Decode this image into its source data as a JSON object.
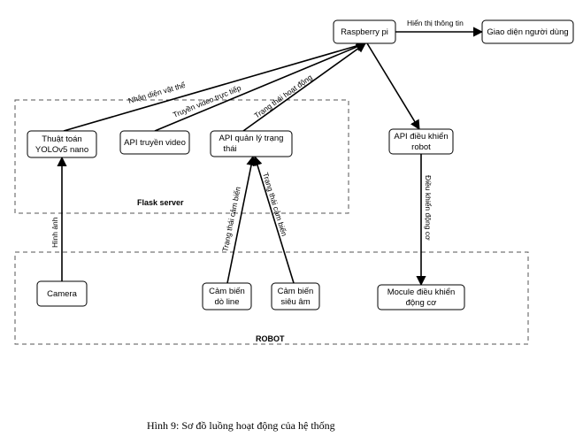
{
  "groups": [
    {
      "id": "flask",
      "label": "Flask server"
    },
    {
      "id": "robot",
      "label": "ROBOT"
    }
  ],
  "nodes": [
    {
      "id": "raspberry",
      "lines": [
        "Raspberry pi"
      ]
    },
    {
      "id": "ui",
      "lines": [
        "Giao diện người dùng"
      ]
    },
    {
      "id": "yolo",
      "lines": [
        "Thuật toán",
        "YOLOv5 nano"
      ]
    },
    {
      "id": "api_video",
      "lines": [
        "API truyền video"
      ]
    },
    {
      "id": "api_status",
      "lines": [
        "API quản lý trạng",
        "thái"
      ]
    },
    {
      "id": "api_robot",
      "lines": [
        "API điều khiển",
        "robot"
      ]
    },
    {
      "id": "camera",
      "lines": [
        "Camera"
      ]
    },
    {
      "id": "sensor_line",
      "lines": [
        "Cảm biến",
        "dò line"
      ]
    },
    {
      "id": "sensor_sonic",
      "lines": [
        "Cảm biến",
        "siêu âm"
      ]
    },
    {
      "id": "motor",
      "lines": [
        "Mocule điều khiển",
        "động cơ"
      ]
    }
  ],
  "edges": [
    {
      "id": "raspberry-to-ui",
      "label": "Hiển thị thông tin"
    },
    {
      "id": "yolo-to-raspberry",
      "label": "Nhận diện vật thể"
    },
    {
      "id": "video-to-raspberry",
      "label": "Truyền video trực tiếp"
    },
    {
      "id": "status-to-raspberry",
      "label": "Trạng thái hoạt động"
    },
    {
      "id": "raspberry-to-apirobot",
      "label": ""
    },
    {
      "id": "apirobot-to-motor",
      "label": "Điều khiển động cơ"
    },
    {
      "id": "camera-to-yolo",
      "label": "Hình ảnh"
    },
    {
      "id": "line-to-status",
      "label": "Trạng thái cảm biến"
    },
    {
      "id": "sonic-to-status",
      "label": "Trạng thái cảm biến"
    }
  ],
  "caption": "Hình 9: Sơ đồ luồng hoạt động của hệ thống"
}
